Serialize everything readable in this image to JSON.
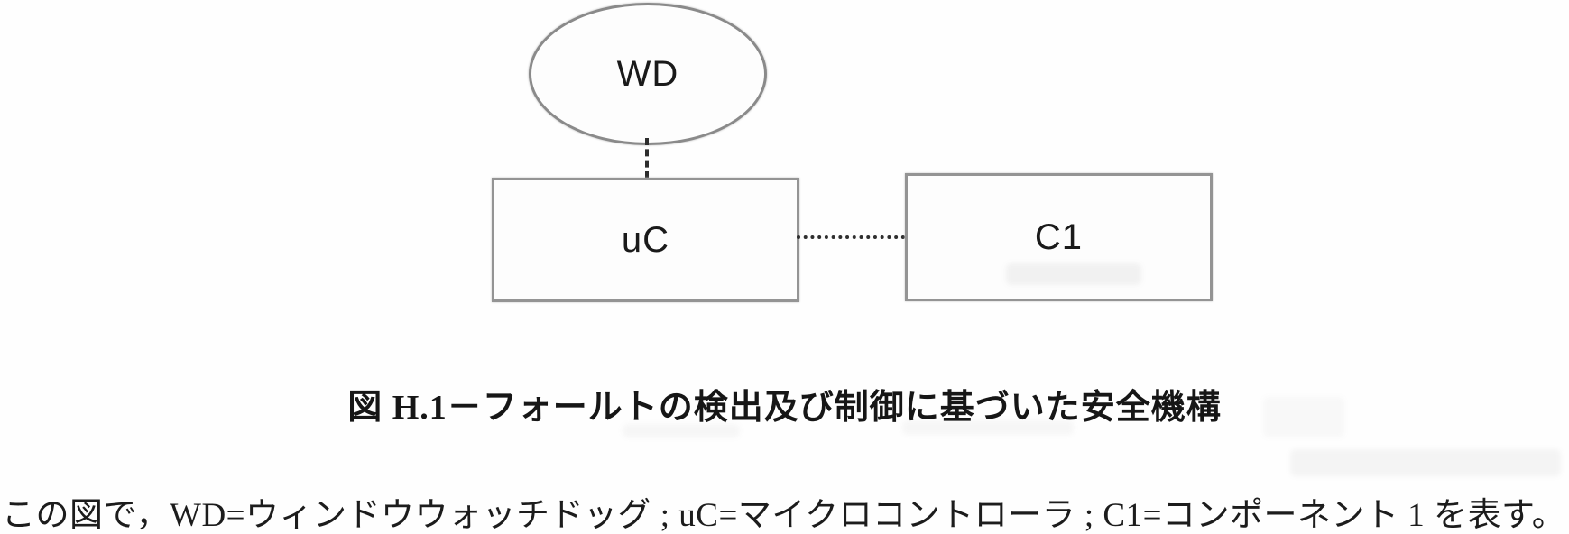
{
  "figure": {
    "nodes": {
      "wd": {
        "label": "WD",
        "shape": "ellipse"
      },
      "uc": {
        "label": "uC",
        "shape": "rectangle"
      },
      "c1": {
        "label": "C1",
        "shape": "rectangle"
      }
    },
    "edges": [
      {
        "from": "WD",
        "to": "uC",
        "style": "dashed",
        "orientation": "vertical"
      },
      {
        "from": "uC",
        "to": "C1",
        "style": "dotted",
        "orientation": "horizontal"
      }
    ],
    "caption": "図 H.1－フォールトの検出及び制御に基づいた安全機構",
    "legend": "この図で，WD=ウィンドウウォッチドッグ ; uC=マイクロコントローラ ; C1=コンポーネント 1 を表す。"
  }
}
